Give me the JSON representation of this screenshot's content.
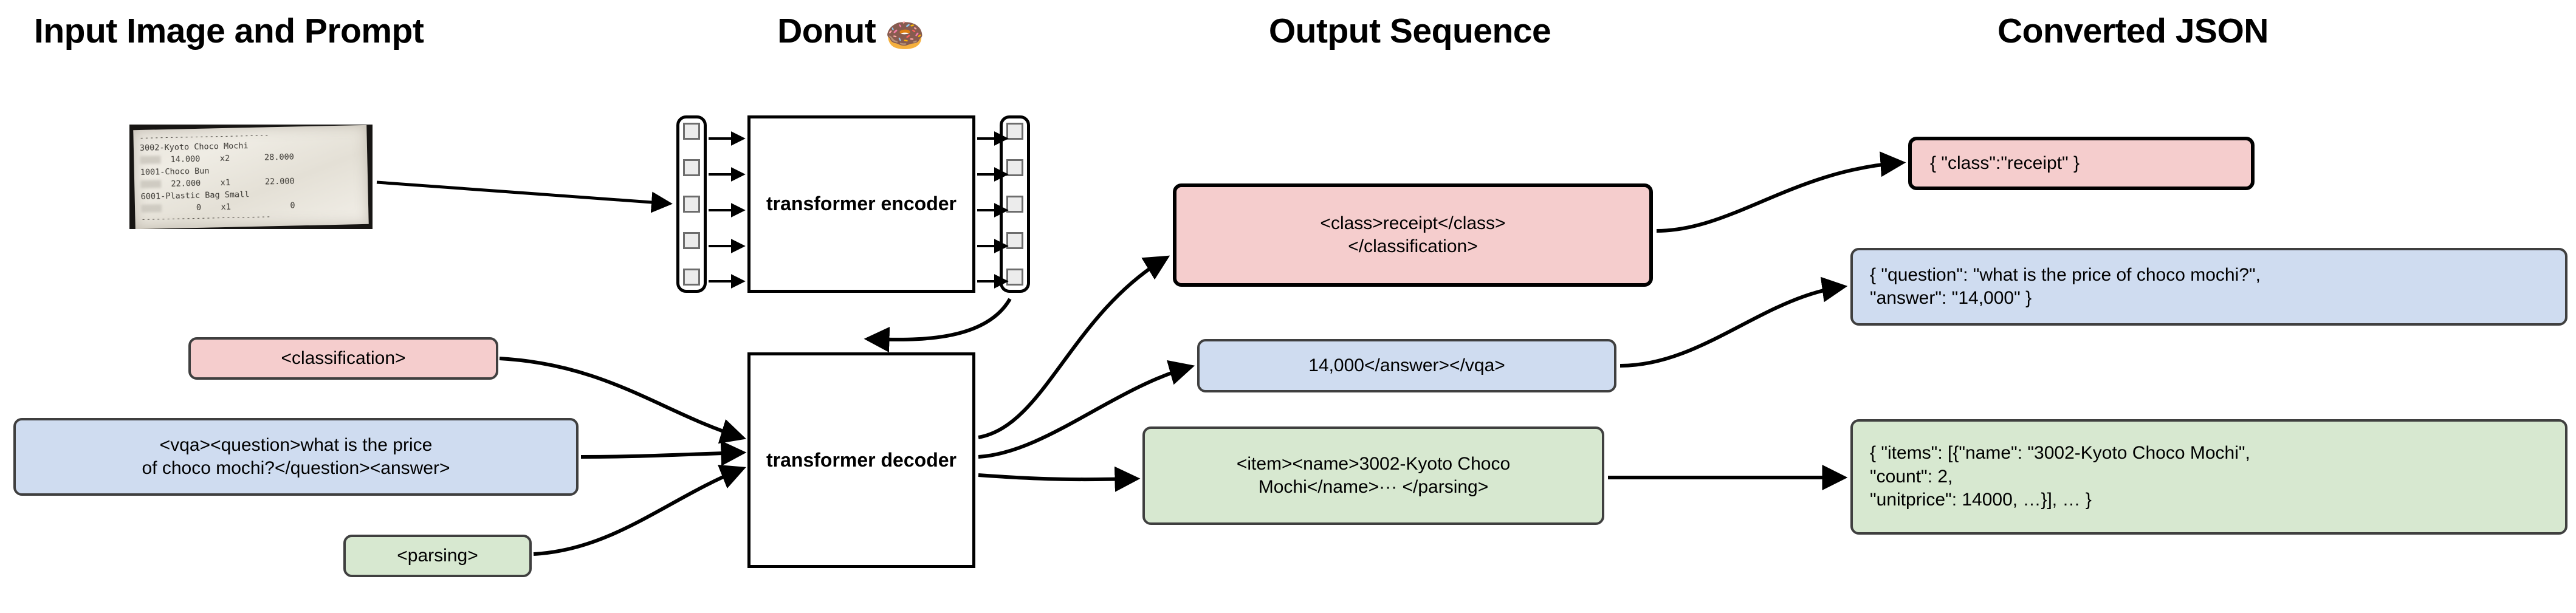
{
  "figure": {
    "type": "diagram",
    "description": "Donut model pipeline: input image and prompt, transformer encoder/decoder, output sequence, converted JSON"
  },
  "columns": [
    {
      "id": "input",
      "title": "Input Image and Prompt"
    },
    {
      "id": "model",
      "title": "Donut",
      "emoji": "🍩"
    },
    {
      "id": "output",
      "title": "Output Sequence"
    },
    {
      "id": "json",
      "title": "Converted JSON"
    }
  ],
  "receipt": {
    "lines": [
      "3002-Kyoto Choco Mochi",
      "14.000      x2        28.000",
      "1001-Choco Bun",
      "22.000      x1        22.000",
      "6001-Plastic Bag Small",
      "0      x1             0"
    ],
    "items": [
      {
        "name": "3002-Kyoto Choco Mochi",
        "unitprice": "14.000",
        "count": "x2",
        "total": "28.000"
      },
      {
        "name": "1001-Choco Bun",
        "unitprice": "22.000",
        "count": "x1",
        "total": "22.000"
      },
      {
        "name": "6001-Plastic Bag Small",
        "unitprice": "0",
        "count": "x1",
        "total": "0"
      }
    ],
    "divider": "--------------------------"
  },
  "model": {
    "encoder_label": "transformer\nencoder",
    "decoder_label": "transformer\ndecoder",
    "encoder_input_tokens": 5,
    "encoder_output_tokens": 5
  },
  "prompts": [
    {
      "id": "classification",
      "color": "pink",
      "text": "<classification>"
    },
    {
      "id": "vqa",
      "color": "blue",
      "text": "<vqa><question>what is the price\nof choco mochi?</question><answer>"
    },
    {
      "id": "parsing",
      "color": "green",
      "text": "<parsing>"
    }
  ],
  "outputs": [
    {
      "id": "classification-out",
      "color": "pink",
      "text": "<class>receipt</class>\n</classification>"
    },
    {
      "id": "vqa-out",
      "color": "blue",
      "text": "14,000</answer></vqa>"
    },
    {
      "id": "parsing-out",
      "color": "green",
      "text": "<item><name>3002-Kyoto Choco\nMochi</name>··· </parsing>"
    }
  ],
  "json_results": [
    {
      "id": "classification-json",
      "color": "pink",
      "text": "{ \"class\":\"receipt\" }"
    },
    {
      "id": "vqa-json",
      "color": "blue",
      "text": "{ \"question\": \"what is the price of choco mochi?\",\n   \"answer\": \"14,000\" }"
    },
    {
      "id": "parsing-json",
      "color": "green",
      "text": "{ \"items\": [{\"name\": \"3002-Kyoto Choco Mochi\",\n     \"count\": 2,\n     \"unitprice\": 14000, …}], … }"
    }
  ],
  "colors": {
    "pink": "#f5cdcd",
    "blue": "#cfdcf0",
    "green": "#d7e8d0",
    "outline": "#3f3f3f",
    "stroke": "#000000",
    "token_fill": "#ececec",
    "token_border": "#6d6d6d"
  }
}
